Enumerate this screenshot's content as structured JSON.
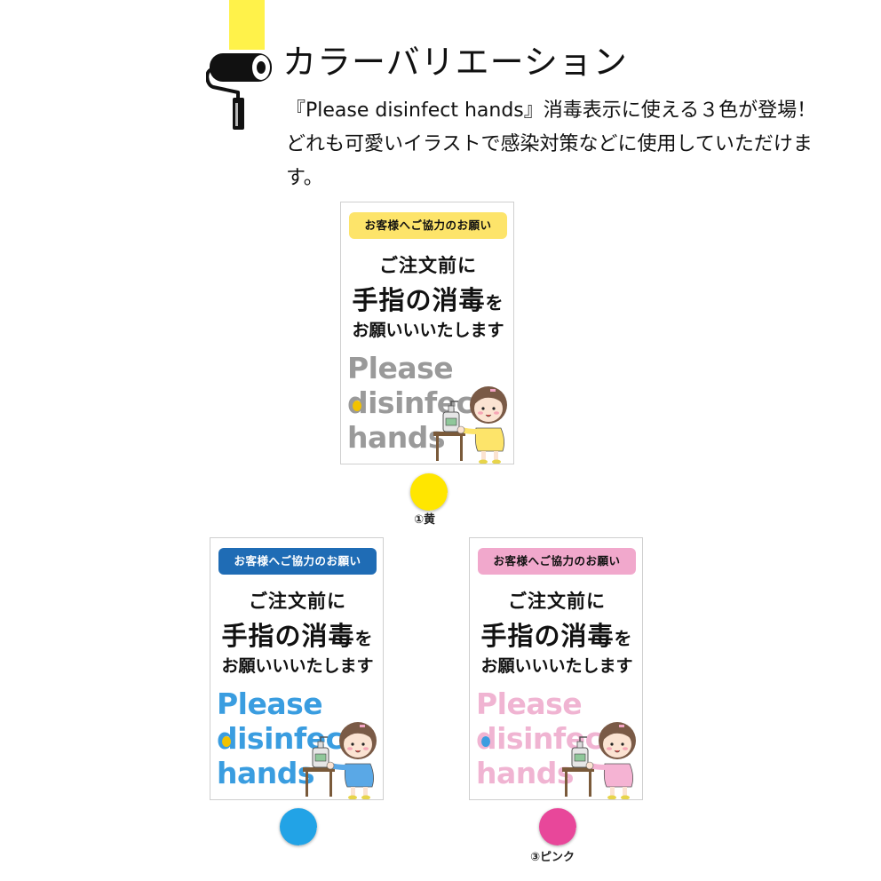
{
  "section": {
    "title": "カラーバリエーション",
    "description": "『Please disinfect hands』消毒表示に使える３色が登場！どれも可愛いイラストで感染対策などに使用していただけます。",
    "icon": "paint-roller-icon",
    "accent_color": "#fff24a"
  },
  "signs": [
    {
      "id": "yellow",
      "badge": "お客様へご協力のお願い",
      "line1": "ご注文前に",
      "line2_main": "手指の消毒",
      "line2_small": "を",
      "line3": "お願いいいたします",
      "en_line1": "Please",
      "en_line2": "disinfect",
      "en_line3": "hands",
      "badge_bg": "#fde46a",
      "badge_text_color": "#111111",
      "en_color": "#9a9a9a",
      "dot_color": "#f2c200",
      "shirt_color": "#fde46a",
      "swatch_color": "#ffe600",
      "swatch_label": "①黄"
    },
    {
      "id": "blue",
      "badge": "お客様へご協力のお願い",
      "line1": "ご注文前に",
      "line2_main": "手指の消毒",
      "line2_small": "を",
      "line3": "お願いいいたします",
      "en_line1": "Please",
      "en_line2": "disinfect",
      "en_line3": "hands",
      "badge_bg": "#1f6cb5",
      "badge_text_color": "#ffffff",
      "en_color": "#3a9de0",
      "dot_color": "#f2c200",
      "shirt_color": "#5aa8e6",
      "swatch_color": "#22a3e6",
      "swatch_label": ""
    },
    {
      "id": "pink",
      "badge": "お客様へご協力のお願い",
      "line1": "ご注文前に",
      "line2_main": "手指の消毒",
      "line2_small": "を",
      "line3": "お願いいいたします",
      "en_line1": "Please",
      "en_line2": "disinfect",
      "en_line3": "hands",
      "badge_bg": "#f1a8cc",
      "badge_text_color": "#111111",
      "en_color": "#f0b4d2",
      "dot_color": "#3a9de0",
      "shirt_color": "#f5b3d3",
      "swatch_color": "#e8479a",
      "swatch_label": "③ピンク"
    }
  ]
}
